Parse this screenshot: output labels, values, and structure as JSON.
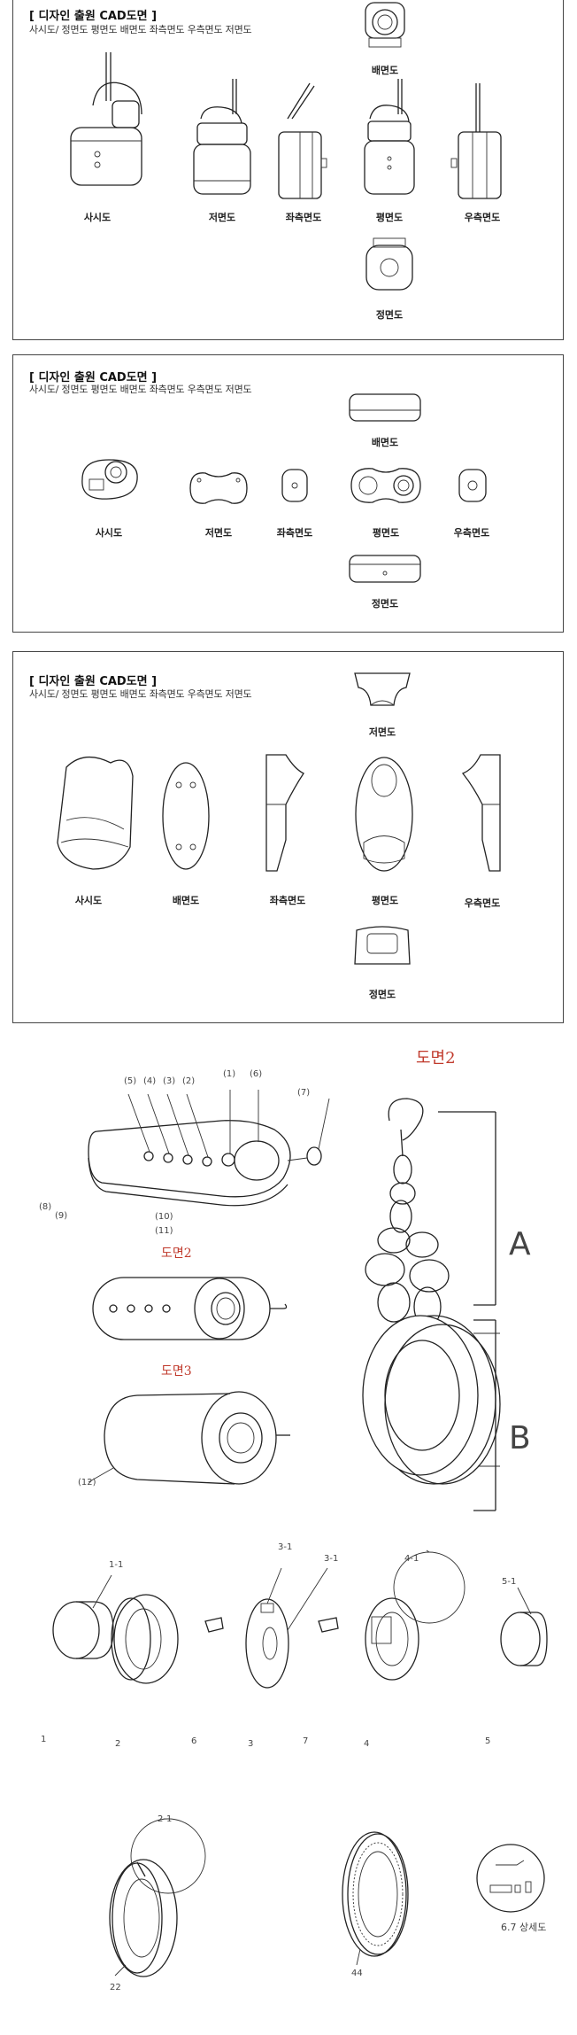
{
  "panel1": {
    "title": "[ 디자인 출원 CAD도면 ]",
    "subtitle": "사시도/ 정면도 평면도 배면도 좌측면도 우측면도 저면도",
    "labels": {
      "back": "배면도",
      "perspective": "사시도",
      "bottom": "저면도",
      "left": "좌측면도",
      "top": "평면도",
      "right": "우측면도",
      "front": "정면도"
    }
  },
  "panel2": {
    "title": "[ 디자인 출원 CAD도면 ]",
    "subtitle": "사시도/ 정면도 평면도 배면도 좌측면도 우측면도 저면도",
    "labels": {
      "back": "배면도",
      "perspective": "사시도",
      "bottom": "저면도",
      "left": "좌측면도",
      "top": "평면도",
      "right": "우측면도",
      "front": "정면도"
    }
  },
  "panel3": {
    "title": "[ 디자인 출원 CAD도면 ]",
    "subtitle": "사시도/ 정면도 평면도 배면도 좌측면도 우측면도 저면도",
    "labels": {
      "bottom": "저면도",
      "perspective": "사시도",
      "back": "배면도",
      "left": "좌측면도",
      "top": "평면도",
      "right": "우측면도",
      "front": "정면도"
    }
  },
  "patent": {
    "callouts_top": [
      "(5)",
      "(4)",
      "(3)",
      "(2)",
      "(1)",
      "(6)"
    ],
    "callout_7": "(7)",
    "callout_8": "(8)",
    "callout_9": "(9)",
    "callout_10": "(10)",
    "callout_11": "(11)",
    "callout_12": "(12)",
    "fig2_label": "도면2",
    "fig3_label": "도면3",
    "fig2_right_label": "도면2",
    "letter_a": "A",
    "letter_b": "B"
  },
  "exploded": {
    "n1_1": "1-1",
    "n1": "1",
    "n2": "2",
    "n6": "6",
    "n3_1a": "3-1",
    "n3_1b": "3-1",
    "n3": "3",
    "n7": "7",
    "n4_1": "4-1",
    "n4": "4",
    "n5_1": "5-1",
    "n5": "5",
    "n2_1": "2-1",
    "n22": "22",
    "n44": "44",
    "detail_caption": "6.7 상세도"
  }
}
